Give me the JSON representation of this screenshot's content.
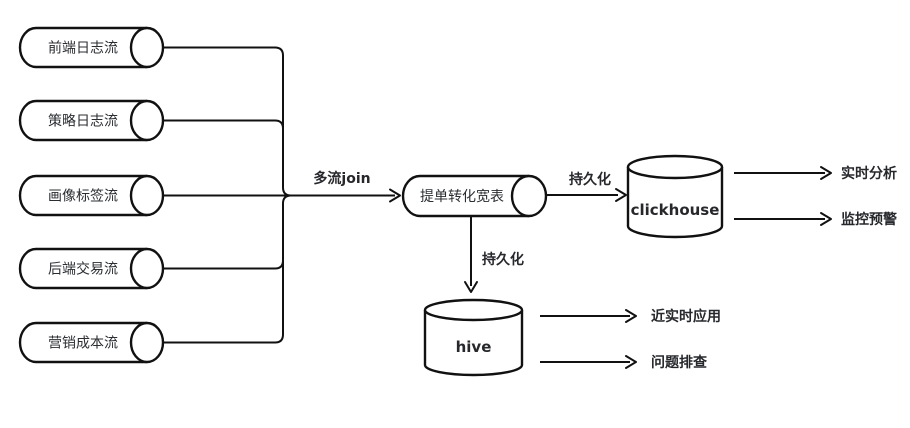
{
  "diagram": {
    "sources": [
      {
        "label": "前端日志流"
      },
      {
        "label": "策略日志流"
      },
      {
        "label": "画像标签流"
      },
      {
        "label": "后端交易流"
      },
      {
        "label": "营销成本流"
      }
    ],
    "join_edge_label": "多流join",
    "wide_table_label": "提单转化宽表",
    "persist_to_clickhouse_label": "持久化",
    "persist_to_hive_label": "持久化",
    "clickhouse_label": "clickhouse",
    "hive_label": "hive",
    "clickhouse_outputs": [
      {
        "label": "实时分析"
      },
      {
        "label": "监控预警"
      }
    ],
    "hive_outputs": [
      {
        "label": "近实时应用"
      },
      {
        "label": "问题排查"
      }
    ],
    "colors": {
      "stroke": "#111111",
      "text": "#26282c",
      "background": "#ffffff"
    }
  }
}
